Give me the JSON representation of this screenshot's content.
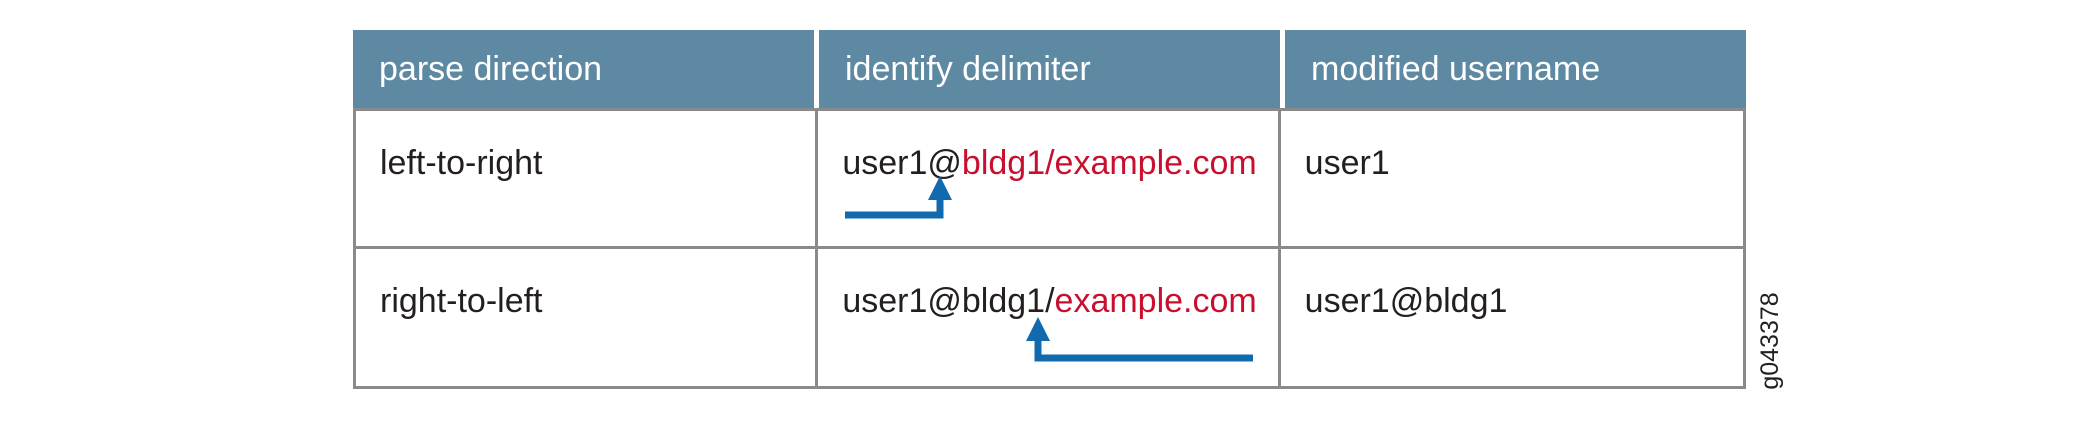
{
  "figure": {
    "id_label": "g043378"
  },
  "table": {
    "headers": [
      {
        "label": "parse direction"
      },
      {
        "label": "identify delimiter"
      },
      {
        "label": "modified username"
      }
    ],
    "rows": [
      {
        "parse_direction": "left-to-right",
        "delimiter_example": {
          "plain": "user1@",
          "highlight": "bldg1/example.com"
        },
        "delimiter_pointed_at": "@",
        "modified_username": "user1"
      },
      {
        "parse_direction": "right-to-left",
        "delimiter_example": {
          "plain": "user1@bldg1/",
          "highlight": "example.com"
        },
        "delimiter_pointed_at": "/",
        "modified_username": "user1@bldg1"
      }
    ]
  },
  "colors": {
    "header_bg": "#5E89A3",
    "header_text": "#FFFFFF",
    "border_gray": "#8A8A8A",
    "text_black": "#231F20",
    "highlight_red": "#C8102E",
    "arrow_blue": "#116AAD"
  }
}
